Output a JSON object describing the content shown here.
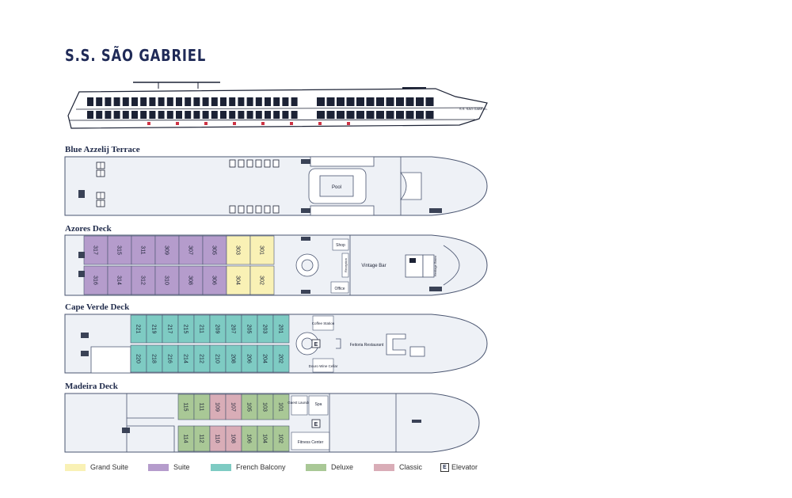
{
  "title": "S.S. SÃO GABRIEL",
  "profile_name": "S.S. SÃO GABRIEL",
  "decks": [
    {
      "name": "Blue Azzelij Terrace",
      "facilities": {
        "pool": "Pool"
      }
    },
    {
      "name": "Azores Deck",
      "facilities": {
        "shop": "Shop",
        "reception": "Reception",
        "office": "Office",
        "bar": "Vintage Bar",
        "bistro": "Heritage Bistro"
      }
    },
    {
      "name": "Cape Verde Deck",
      "facilities": {
        "coffee": "Coffee Station",
        "restaurant": "Feitoria Restaurant",
        "cellar": "Douro Wine Cellar",
        "elevator": "E"
      }
    },
    {
      "name": "Madeira Deck",
      "facilities": {
        "laundry": "Guest Laundry",
        "spa": "Spa",
        "fitness": "Fitness Center",
        "elevator": "E"
      }
    }
  ],
  "cabins": {
    "azores_top": [
      {
        "n": "317",
        "c": "suite"
      },
      {
        "n": "315",
        "c": "suite"
      },
      {
        "n": "311",
        "c": "suite"
      },
      {
        "n": "309",
        "c": "suite"
      },
      {
        "n": "307",
        "c": "suite"
      },
      {
        "n": "305",
        "c": "suite"
      },
      {
        "n": "303",
        "c": "grand"
      },
      {
        "n": "301",
        "c": "grand"
      }
    ],
    "azores_bottom": [
      {
        "n": "316",
        "c": "suite"
      },
      {
        "n": "314",
        "c": "suite"
      },
      {
        "n": "312",
        "c": "suite"
      },
      {
        "n": "310",
        "c": "suite"
      },
      {
        "n": "308",
        "c": "suite"
      },
      {
        "n": "306",
        "c": "suite"
      },
      {
        "n": "304",
        "c": "grand"
      },
      {
        "n": "302",
        "c": "grand"
      }
    ],
    "cape_top": [
      "221",
      "219",
      "217",
      "215",
      "211",
      "209",
      "207",
      "205",
      "203",
      "201"
    ],
    "cape_bottom": [
      "220",
      "218",
      "216",
      "214",
      "212",
      "210",
      "208",
      "206",
      "204",
      "202"
    ],
    "madeira_top": [
      {
        "n": "115",
        "c": "deluxe"
      },
      {
        "n": "111",
        "c": "deluxe"
      },
      {
        "n": "109",
        "c": "classic"
      },
      {
        "n": "107",
        "c": "classic"
      },
      {
        "n": "105",
        "c": "deluxe"
      },
      {
        "n": "103",
        "c": "deluxe"
      },
      {
        "n": "101",
        "c": "deluxe"
      }
    ],
    "madeira_bottom": [
      {
        "n": "114",
        "c": "deluxe"
      },
      {
        "n": "112",
        "c": "deluxe"
      },
      {
        "n": "110",
        "c": "classic"
      },
      {
        "n": "108",
        "c": "classic"
      },
      {
        "n": "106",
        "c": "deluxe"
      },
      {
        "n": "104",
        "c": "deluxe"
      },
      {
        "n": "102",
        "c": "deluxe"
      }
    ]
  },
  "colors": {
    "grand": "#f9f1b5",
    "suite": "#b59ccc",
    "balcony": "#7ecbc3",
    "deluxe": "#a9c896",
    "classic": "#d9adb7",
    "hull": "#eef1f6",
    "outline": "#4a5570",
    "dark": "#1c2235"
  },
  "legend": [
    {
      "label": "Grand Suite",
      "key": "grand"
    },
    {
      "label": "Suite",
      "key": "suite"
    },
    {
      "label": "French Balcony",
      "key": "balcony"
    },
    {
      "label": "Deluxe",
      "key": "deluxe"
    },
    {
      "label": "Classic",
      "key": "classic"
    }
  ],
  "legend_elevator": {
    "symbol": "E",
    "label": "Elevator"
  }
}
